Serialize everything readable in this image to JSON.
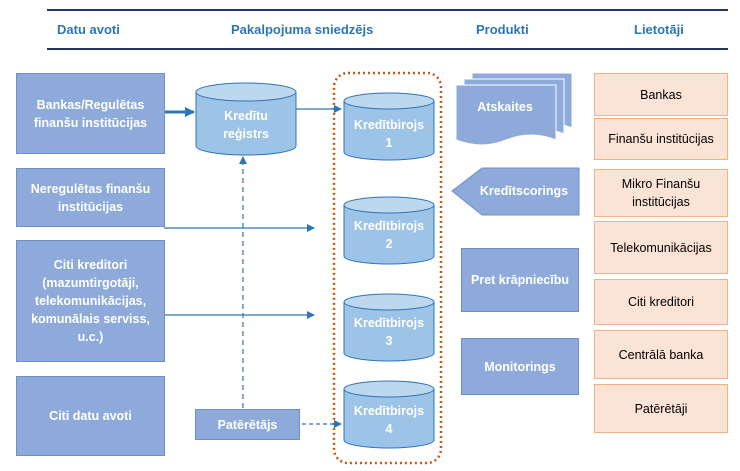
{
  "header": {
    "col1": "Datu avoti",
    "col2": "Pakalpojuma sniedzējs",
    "col3": "Produkti",
    "col4": "Lietotāji"
  },
  "sources": {
    "s1": "Bankas/Regulētas finanšu institūcijas",
    "s2": "Neregulētas finanšu institūcijas",
    "s3": "Citi kreditori (mazumtirgotāji, telekomunikācijas, komunālais serviss, u.c.)",
    "s4": "Citi datu avoti"
  },
  "provider": {
    "registry": "Kredītu reģistrs",
    "consumer": "Patērētājs",
    "bureaus": [
      {
        "name": "Kredītbirojs",
        "num": "1"
      },
      {
        "name": "Kredītbirojs",
        "num": "2"
      },
      {
        "name": "Kredītbirojs",
        "num": "3"
      },
      {
        "name": "Kredītbirojs",
        "num": "4"
      }
    ]
  },
  "products": {
    "reports": "Atskaites",
    "scoring": "Kredītscorings",
    "fraud": "Pret krāpniecību",
    "monitoring": "Monitorings"
  },
  "users": [
    "Bankas",
    "Finanšu institūcijas",
    "Mikro Finanšu institūcijas",
    "Telekomunikācijas",
    "Citi kreditori",
    "Centrālā banka",
    "Patērētāji"
  ],
  "colors": {
    "header_text": "#2E75B6",
    "rule": "#1F3864",
    "box_fill": "#8EAADB",
    "cylinder_fill": "#9DC3E6",
    "arrow": "#2E75B6",
    "user_fill": "#FBE4D5",
    "user_border": "#F4B183",
    "dotted_border": "#C55A11"
  }
}
